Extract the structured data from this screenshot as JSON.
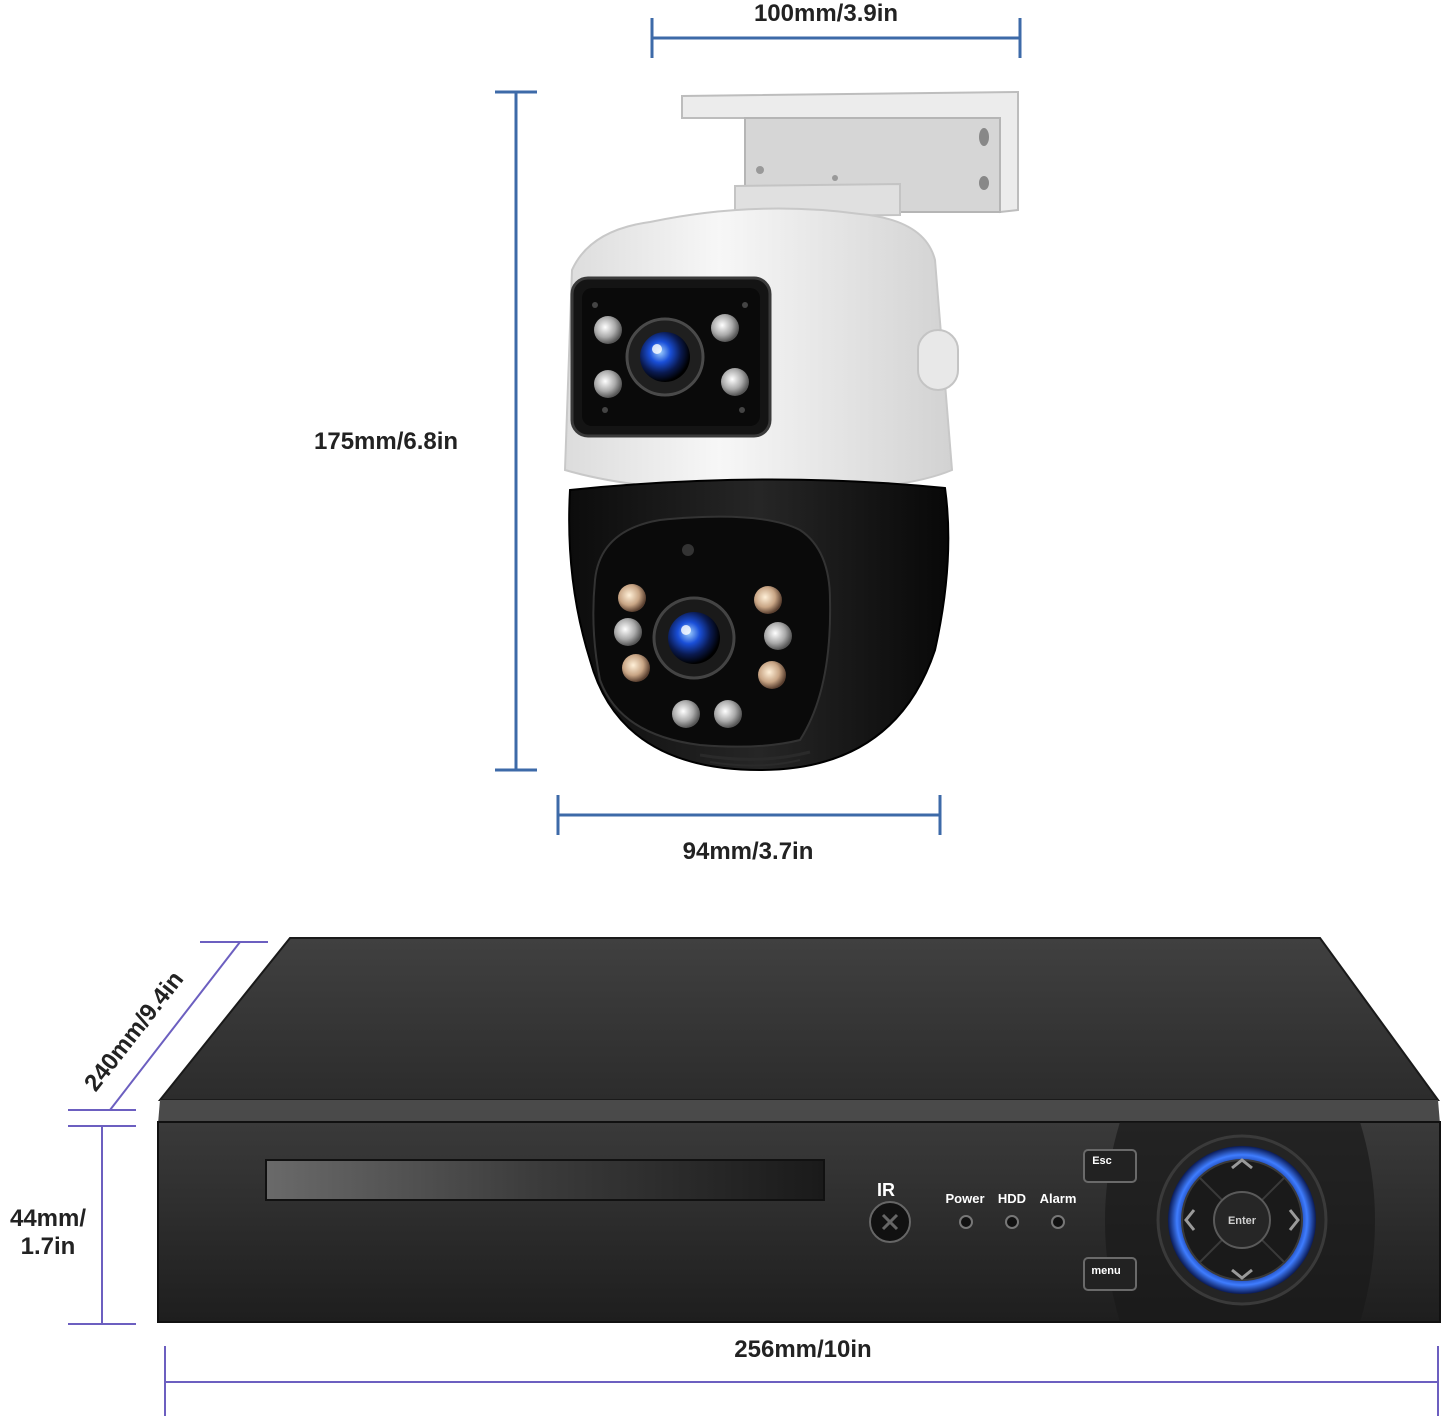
{
  "colors": {
    "dimension_blue": "#3d6aa8",
    "dimension_purple": "#6c5fc0",
    "camera_white": "#f2f2f2",
    "camera_black": "#141414",
    "recorder_body": "#2a2a2a",
    "accent_blue": "#2f6ff0"
  },
  "camera": {
    "width_top_label": "100mm/3.9in",
    "height_label": "175mm/6.8in",
    "width_bottom_label": "94mm/3.7in"
  },
  "recorder": {
    "depth_label": "240mm/9.4in",
    "height_label_line1": "44mm/",
    "height_label_line2": "1.7in",
    "width_label": "256mm/10in",
    "panel": {
      "ir_label": "IR",
      "power_label": "Power",
      "hdd_label": "HDD",
      "alarm_label": "Alarm",
      "esc_label": "Esc",
      "menu_label": "menu",
      "enter_label": "Enter"
    }
  }
}
